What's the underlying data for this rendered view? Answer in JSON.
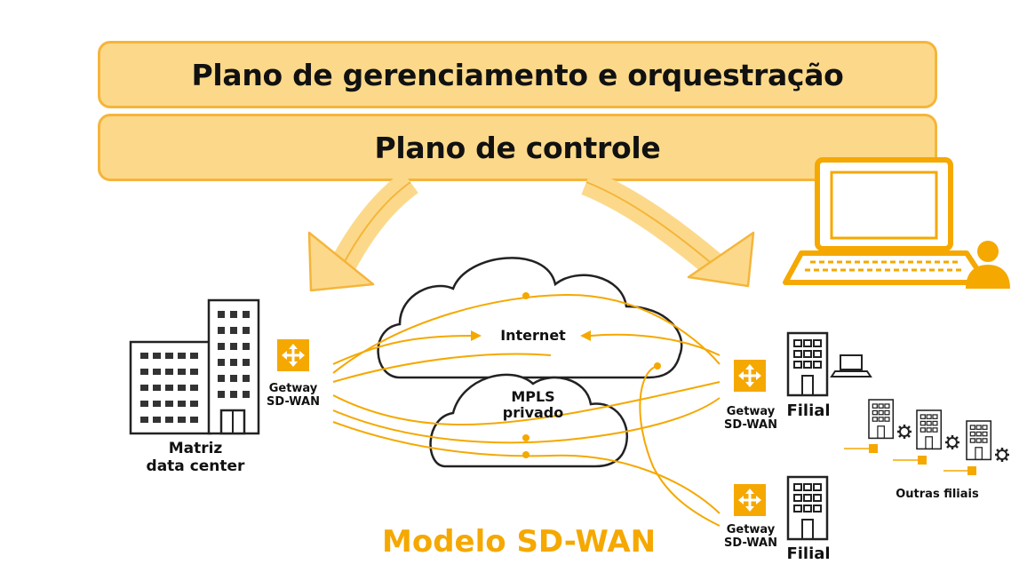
{
  "planes": {
    "management": "Plano de gerenciamento e orquestração",
    "control": "Plano de controle"
  },
  "hq": {
    "label_line1": "Matriz",
    "label_line2": "data center"
  },
  "gateway_left": {
    "line1": "Getway",
    "line2": "SD-WAN"
  },
  "gateway_top": {
    "line1": "Getway",
    "line2": "SD-WAN"
  },
  "gateway_bottom": {
    "line1": "Getway",
    "line2": "SD-WAN"
  },
  "clouds": {
    "internet": "Internet",
    "mpls_line1": "MPLS",
    "mpls_line2": "privado"
  },
  "branch_top": "Filial",
  "branch_bottom": "Filial",
  "other_branches": "Outras filiais",
  "caption": "Modelo SD-WAN",
  "colors": {
    "accent": "#f5a800",
    "plane_fill": "#fcd98a",
    "plane_border": "#f5b53b",
    "line": "#222222"
  }
}
